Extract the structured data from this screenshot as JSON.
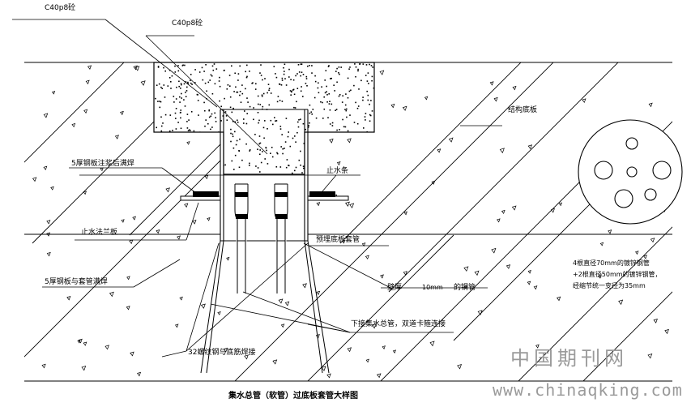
{
  "labels": {
    "concrete_top": "C40p8砼",
    "concrete_mid": "C40p8砼",
    "structural_slab": "结构底板",
    "steel_plate_grout": "5厚钢板注浆后满焊",
    "water_stop_strip": "止水条",
    "water_stop_flange": "止水法兰板",
    "embedded_sleeve": "预埋底板套管",
    "steel_plate_sleeve_weld": "5厚钢板与套管满焊",
    "wall_thickness": "壁厚",
    "wall_value": "10mm",
    "steel_pipe": "的钢管",
    "main_pipe_connect": "下接集水总管，双道卡箍连接",
    "rebar_weld": "32螺纹钢与底筋焊接",
    "caption": "集水总管（软管）过底板套管大样图"
  },
  "notes": [
    "4根直径70mm的镀锌钢管",
    "+2根直径50mm的镀锌钢管，",
    "经缩节统一变径为35mm"
  ],
  "watermark": {
    "cn": "中国期刊网",
    "url": "www.chinaqking.com"
  }
}
